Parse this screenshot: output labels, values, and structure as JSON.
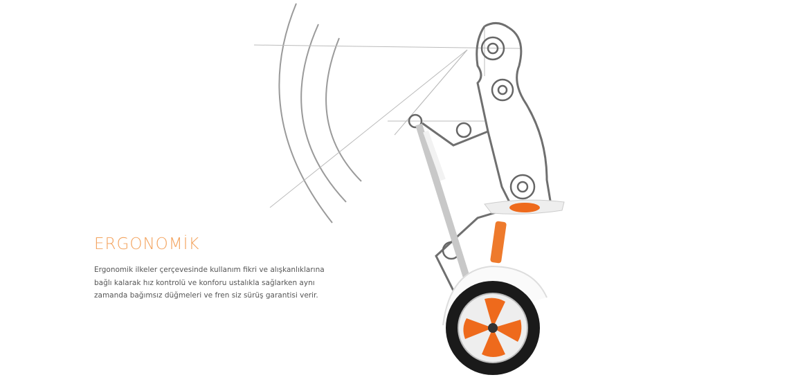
{
  "section": {
    "title": "ERGONOMİK",
    "description_lines": [
      "Ergonomik ilkeler çerçevesinde kullanım fikri ve alışkanlıklarına",
      "bağlı kalarak hız kontrolü ve konforu ustalıkla sağlarken aynı",
      "zamanda bağımsız düğmeleri ve fren siz sürüş garantisi verir."
    ]
  },
  "colors": {
    "accent": "#f3a25c",
    "orange": "#ee6a1c",
    "line": "#7a7a7a",
    "text": "#555555"
  }
}
